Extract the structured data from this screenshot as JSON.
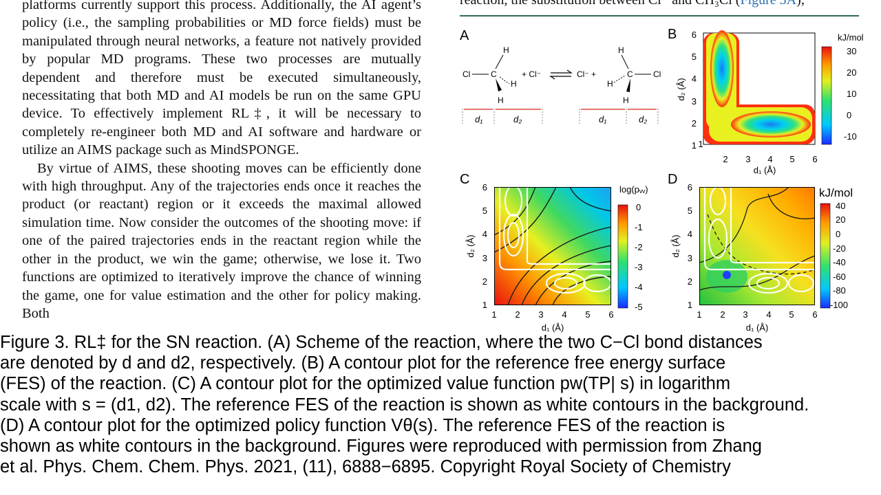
{
  "body_text": {
    "paragraph1": "platforms currently support this process. Additionally, the AI agent’s policy (i.e., the sampling probabilities or MD force fields) must be manipulated through neural networks, a feature not natively provided by popular MD programs. These two processes are mutually dependent and therefore must be executed simultaneously, necessitating that both MD and AI models be run on the same GPU device. To effectively implement RL‡, it will be necessary to completely re-engineer both MD and AI software and hardware or utilize an AIMS package such as MindSPONGE.",
    "paragraph2": "By virtue of AIMS, these shooting moves can be efficiently done with high throughput. Any of the trajectories ends once it reaches the product (or reactant) region or it exceeds the maximal allowed simulation time. Now consider the outcomes of the shooting move: if one of the paired trajectories ends in the reactant region while the other in the product, we win the game; otherwise, we lose it. Two functions are optimized to iteratively improve the chance of winning the game, one for value estimation and the other for policy making. Both"
  },
  "top_right": {
    "text": "reaction, the substitution between Cl⁻ and CH₃Cl (",
    "link": "Figure 3A",
    "tail": ");"
  },
  "figure": {
    "panel_A": {
      "label": "A",
      "left_mol": {
        "atoms": [
          "Cl",
          "C",
          "H",
          "H",
          "H"
        ]
      },
      "plus_left": "+ Cl⁻",
      "right_mol_prefix": "Cl⁻ +",
      "right_mol": {
        "atoms": [
          "C",
          "Cl",
          "H",
          "H",
          "H"
        ]
      },
      "d1": "d₁",
      "d2": "d₂"
    },
    "panel_B": {
      "label": "B",
      "x_ticks": [
        "1",
        "2",
        "3",
        "4",
        "5",
        "6"
      ],
      "y_ticks": [
        "1",
        "2",
        "3",
        "4",
        "5",
        "6"
      ],
      "xlabel": "d₁ (Å)",
      "ylabel": "d₂ (Å)",
      "colorbar_title": "kJ/mol",
      "colorbar_ticks": [
        "30",
        "20",
        "10",
        "0",
        "-10"
      ]
    },
    "panel_C": {
      "label": "C",
      "x_ticks": [
        "1",
        "2",
        "3",
        "4",
        "5",
        "6"
      ],
      "y_ticks": [
        "1",
        "2",
        "3",
        "4",
        "5",
        "6"
      ],
      "xlabel": "d₁ (Å)",
      "ylabel": "d₂ (Å)",
      "colorbar_title": "log(pᵥᵥ)",
      "colorbar_ticks": [
        "0",
        "-1",
        "-2",
        "-3",
        "-4",
        "-5"
      ]
    },
    "panel_D": {
      "label": "D",
      "x_ticks": [
        "1",
        "2",
        "3",
        "4",
        "5",
        "6"
      ],
      "y_ticks": [
        "1",
        "2",
        "3",
        "4",
        "5",
        "6"
      ],
      "xlabel": "d₁ (Å)",
      "ylabel": "d₂ (Å)",
      "colorbar_title": "kJ/mol",
      "colorbar_ticks": [
        "40",
        "20",
        "0",
        "-20",
        "-40",
        "-60",
        "-80",
        "-100"
      ]
    }
  },
  "caption": [
    "Figure 3. RL‡ for the SN reaction. (A) Scheme of the reaction, where the two C−Cl bond distances",
    "are denoted by d and d2, respectively. (B) A contour plot for the reference free energy surface",
    "(FES) of the reaction. (C) A contour plot for the optimized value function pw(TP| s) in logarithm",
    "scale with s = (d1, d2). The reference FES of the reaction is shown as white contours in the background.",
    "(D) A contour plot for the optimized policy function Vθ(s). The reference FES of the reaction is",
    "shown as white contours in the background. Figures were reproduced with permission from Zhang",
    "et al. Phys. Chem. Chem. Phys. 2021, (11), 6888−6895. Copyright Royal Society of Chemistry"
  ]
}
